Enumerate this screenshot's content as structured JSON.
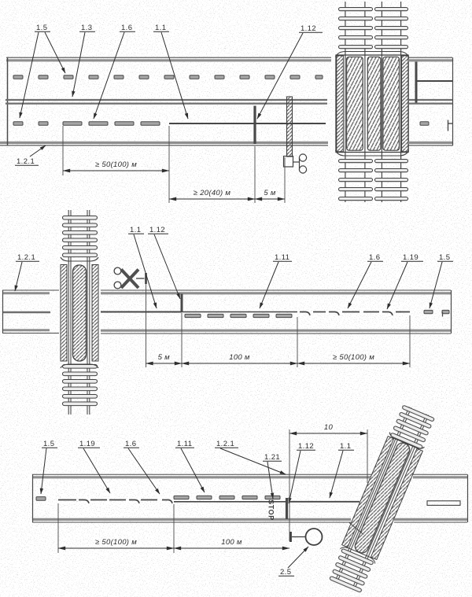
{
  "colors": {
    "ink": "#3f3f3f",
    "marking_gray": "#8e8e8e",
    "background": "#ffffff"
  },
  "sections": {
    "top": {
      "labels": {
        "l1_5": "1.5",
        "l1_3": "1.3",
        "l1_6": "1.6",
        "l1_1": "1.1",
        "l1_12": "1.12",
        "l1_2_1": "1.2.1"
      },
      "dims": {
        "d50": "≥ 50(100) м",
        "d20": "≥ 20(40) м",
        "d5": "5 м"
      }
    },
    "middle": {
      "labels": {
        "l1_2_1": "1.2.1",
        "l1_1": "1.1",
        "l1_12": "1.12",
        "l1_11": "1.11",
        "l1_6": "1.6",
        "l1_19": "1.19",
        "l1_5": "1.5"
      },
      "dims": {
        "d5": "5 м",
        "d100": "100 м",
        "d50": "≥ 50(100) м"
      }
    },
    "bottom": {
      "labels": {
        "l1_5": "1.5",
        "l1_19": "1.19",
        "l1_6": "1.6",
        "l1_11": "1.11",
        "l1_2_1": "1.2.1",
        "l1_21": "1.21",
        "l1_12": "1.12",
        "l1_1": "1.1",
        "l2_5": "2.5"
      },
      "dims": {
        "d10": "10",
        "d50": "≥ 50(100) м",
        "d100": "100 м"
      },
      "stop_text": "STOP"
    }
  }
}
